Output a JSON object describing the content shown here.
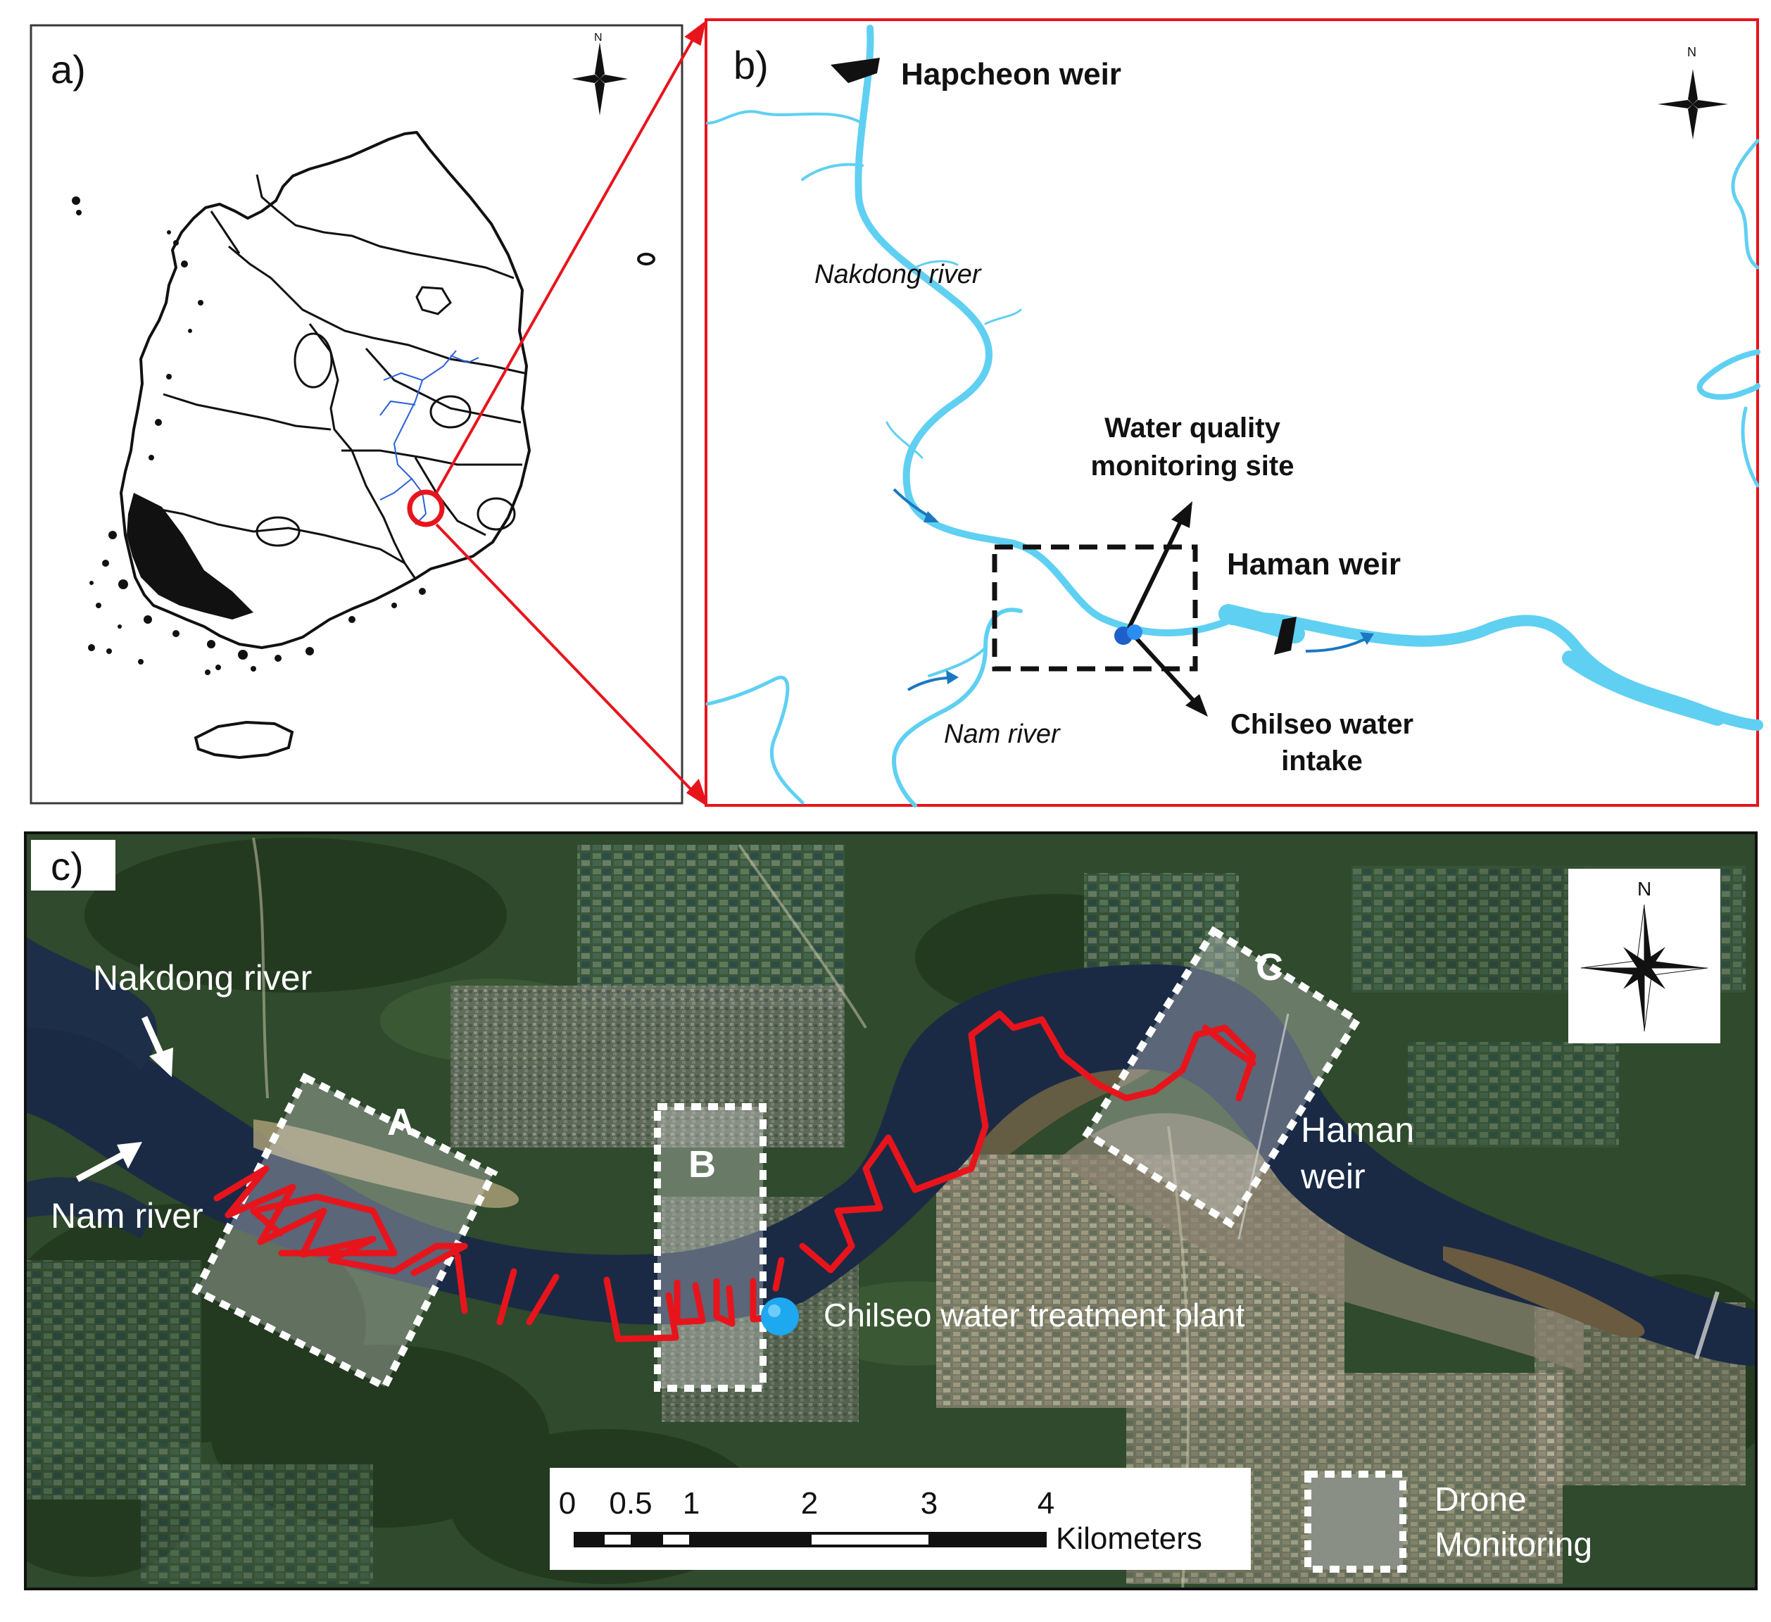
{
  "panel_a": {
    "label": "a)",
    "north": "N"
  },
  "panel_b": {
    "label": "b)",
    "north": "N",
    "hapcheon_weir": "Hapcheon weir",
    "nakdong_river": "Nakdong  river",
    "nam_river": "Nam  river",
    "wq_site_line1": "Water quality",
    "wq_site_line2": "monitoring site",
    "haman_weir": "Haman weir",
    "intake_line1": "Chilseo water",
    "intake_line2": "intake"
  },
  "panel_c": {
    "label": "c)",
    "north": "N",
    "nakdong_river": "Nakdong river",
    "nam_river": "Nam river",
    "site_a": "A",
    "site_b": "B",
    "site_c": "C",
    "haman_line1": "Haman",
    "haman_line2": "weir",
    "treatment_plant": "Chilseo water treatment plant",
    "scale": {
      "ticks": [
        "0",
        "0.5",
        "1",
        "2",
        "3",
        "4"
      ],
      "unit": "Kilometers"
    },
    "legend": {
      "line1": "Drone",
      "line2": "Monitoring"
    }
  },
  "colors": {
    "river_light": "#5fd0f2",
    "river_dark": "#1a2a45",
    "survey_track": "#e8141c",
    "inset_frame": "#e8141c",
    "site_marker": "#1ea8f0",
    "vegetation": "#2f4a2c"
  }
}
